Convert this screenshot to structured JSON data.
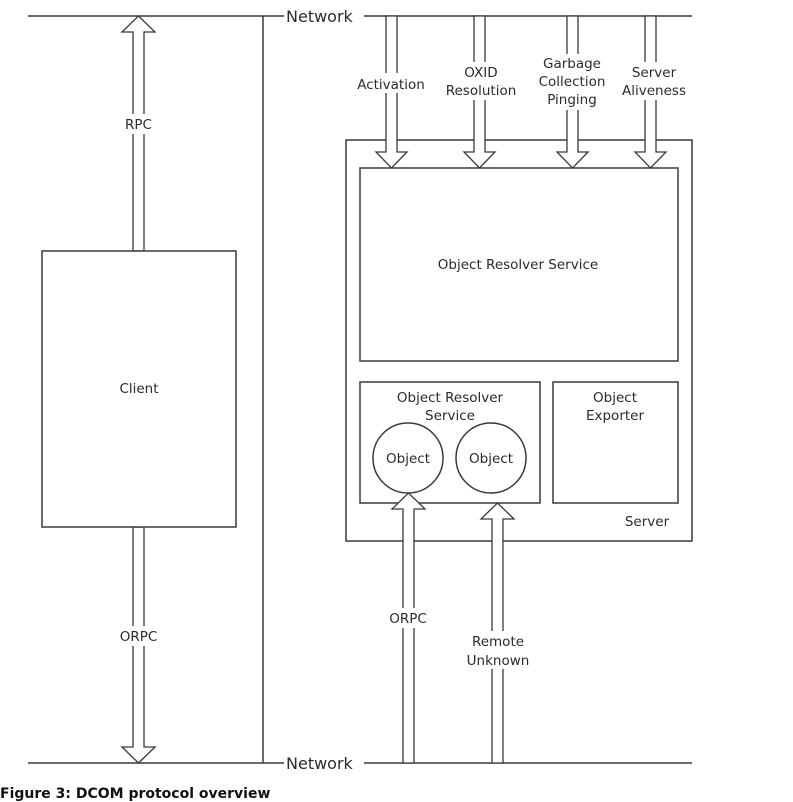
{
  "network": {
    "top_label": "Network",
    "bottom_label": "Network"
  },
  "client": {
    "label": "Client"
  },
  "client_links": {
    "rpc_label": "RPC",
    "orpc_label": "ORPC"
  },
  "server": {
    "label": "Server",
    "object_resolver_service_main": "Object Resolver Service",
    "object_resolver_service_sub": [
      "Object Resolver",
      "Service"
    ],
    "object_exporter": [
      "Object",
      "Exporter"
    ],
    "objects": [
      "Object",
      "Object"
    ]
  },
  "inbound_services": [
    {
      "lines": [
        "Activation"
      ]
    },
    {
      "lines": [
        "OXID",
        "Resolution"
      ]
    },
    {
      "lines": [
        "Garbage",
        "Collection",
        "Pinging"
      ]
    },
    {
      "lines": [
        "Server",
        "Aliveness"
      ]
    }
  ],
  "object_links": {
    "orpc_label": "ORPC",
    "remote_unknown_label": [
      "Remote",
      "Unknown"
    ]
  },
  "caption": "Figure 3: DCOM protocol overview"
}
